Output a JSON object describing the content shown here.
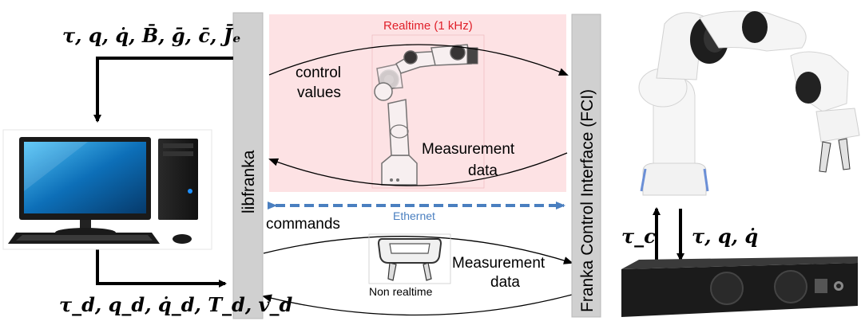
{
  "realtime_label": "Realtime (1 kHz)",
  "ethernet_label": "Ethernet",
  "libfranka_label": "libfranka",
  "fci_label": "Franka Control Interface (FCI)",
  "control_values_line1": "control",
  "control_values_line2": "values",
  "measurement_rt_line1": "Measurement",
  "measurement_rt_line2": "data",
  "commands_label": "commands",
  "measurement_nrt_line1": "Measurement",
  "measurement_nrt_line2": "data",
  "non_realtime_label": "Non realtime",
  "pc_input_math": "τ, q, q̇, B̄, ḡ, c̄, J̄ₑ",
  "pc_output_math": "τ_d, q_d, q̇_d, T_d, v_d",
  "tau_c_math": "τ_c",
  "robot_state_math": "τ, q, q̇",
  "colors": {
    "realtime_bg": "#fde2e4",
    "realtime_text": "#e0202a",
    "ethernet": "#4a7fc0",
    "bar": "#d0d0d0"
  }
}
